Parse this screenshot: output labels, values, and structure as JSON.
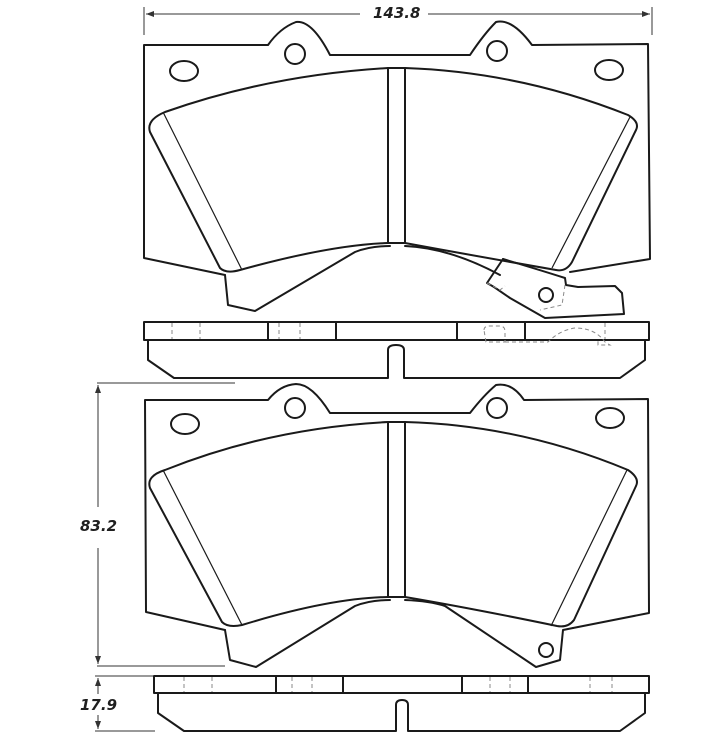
{
  "diagram": {
    "title": "Brake pad technical drawing",
    "line_color": "#1a1a1a",
    "hidden_line_color": "#8a8a8a",
    "dimensions": {
      "width": "143.8",
      "height": "83.2",
      "thickness": "17.9"
    },
    "views": [
      {
        "name": "top-pad-front-view",
        "has_wear_sensor": true
      },
      {
        "name": "top-pad-side-view"
      },
      {
        "name": "bottom-pad-front-view",
        "has_wear_sensor": false
      },
      {
        "name": "bottom-pad-side-view"
      }
    ]
  }
}
